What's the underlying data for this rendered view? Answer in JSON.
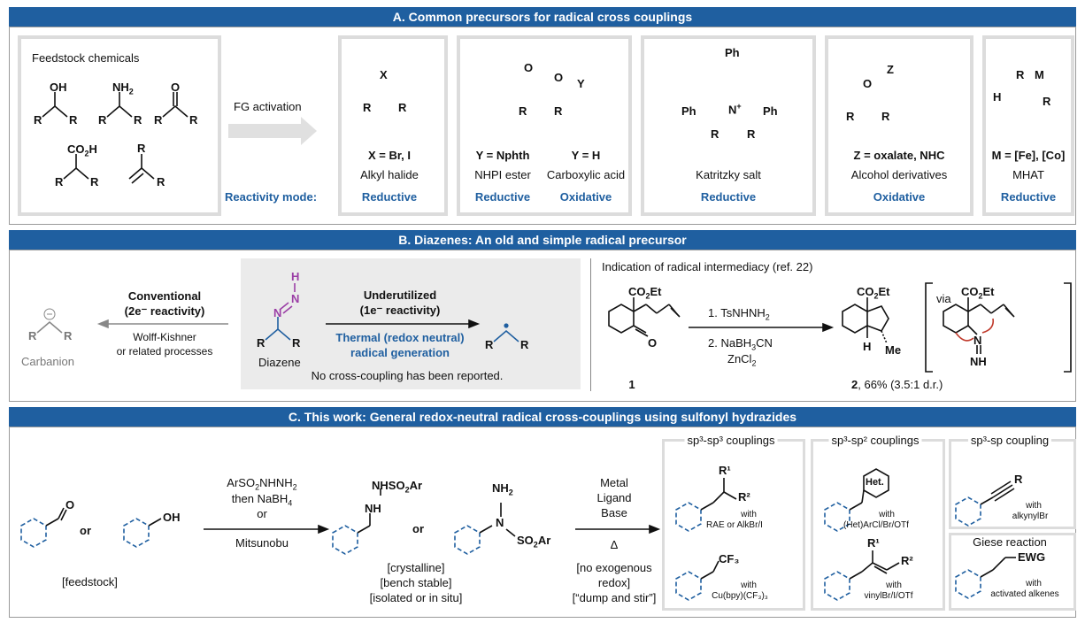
{
  "sections": {
    "a": {
      "title": "A. Common precursors for radical cross couplings"
    },
    "b": {
      "title": "B. Diazenes: An old and simple radical precursor"
    },
    "c": {
      "title": "C. This work: General redox-neutral radical cross-couplings using sulfonyl hydrazides"
    }
  },
  "a": {
    "feedstock_title": "Feedstock chemicals",
    "fg_activation": "FG activation",
    "reactivity_mode": "Reactivity mode:",
    "precursors": [
      {
        "substituent": "X = Br, I",
        "name": "Alkyl halide",
        "mode": "Reductive"
      },
      {
        "substituent": "Y = Nphth",
        "name": "NHPI ester",
        "mode": "Reductive"
      },
      {
        "substituent": "Y = H",
        "name": "Carboxylic acid",
        "mode": "Oxidative"
      },
      {
        "substituent": "",
        "name": "Katritzky salt",
        "mode": "Reductive"
      },
      {
        "substituent": "Z = oxalate, NHC",
        "name": "Alcohol derivatives",
        "mode": "Oxidative"
      },
      {
        "substituent": "M = [Fe], [Co]",
        "name": "MHAT",
        "mode": "Reductive"
      }
    ],
    "atoms": {
      "r": "R",
      "oh": "OH",
      "nh2": "NH",
      "nh2_sub": "2",
      "o": "O",
      "co2h": "CO",
      "co2h_sub": "2",
      "co2h_tail": "H",
      "x": "X",
      "y": "Y",
      "ph": "Ph",
      "n": "N",
      "plus": "+",
      "z": "Z",
      "h": "H",
      "m": "M"
    }
  },
  "b": {
    "conventional": "Conventional",
    "conventional_sub": "(2e⁻ reactivity)",
    "wolff1": "Wolff-Kishner",
    "wolff2": "or related processes",
    "carbanion": "Carbanion",
    "diazene": "Diazene",
    "underutilized": "Underutilized",
    "underutilized_sub": "(1e⁻ reactivity)",
    "thermal1": "Thermal (redox neutral)",
    "thermal2": "radical generation",
    "no_cc": "No cross-coupling has been reported.",
    "indication": "Indication of radical intermediacy (ref. 22)",
    "step1": "1. TsNHNH",
    "step1_sub": "2",
    "step2": "2. NaBH",
    "step2_sub": "3",
    "step2_tail": "CN",
    "step3": "ZnCl",
    "step3_sub": "2",
    "cmpd1": "1",
    "cmpd2": "2",
    "yield": ", 66% (3.5:1 d.r.)",
    "via": "via",
    "co2et": "CO",
    "co2et_sub": "2",
    "co2et_tail": "Et",
    "me": "Me",
    "h": "H",
    "o": "O",
    "n": "N",
    "nh": "NH"
  },
  "c": {
    "or1": "or",
    "oh": "OH",
    "o": "O",
    "feedstock": "[feedstock]",
    "reagent1": "ArSO",
    "reagent1_sub": "2",
    "reagent1_tail": "NHNH",
    "reagent1_sub2": "2",
    "reagent2": "then NaBH",
    "reagent2_sub": "4",
    "reagent_or": "or",
    "reagent3": "Mitsunobu",
    "nhso2ar": "NHSO",
    "nhso2ar_sub": "2",
    "nhso2ar_tail": "Ar",
    "nh": "NH",
    "or2": "or",
    "nh2": "NH",
    "nh2_sub": "2",
    "n": "N",
    "so2ar": "SO",
    "so2ar_sub": "2",
    "so2ar_tail": "Ar",
    "crystalline": "[crystalline]",
    "bench": "[bench stable]",
    "isolated": "[isolated or in situ]",
    "metal": "Metal",
    "ligand": "Ligand",
    "base": "Base",
    "delta": "Δ",
    "no_exo1": "[no exogenous",
    "no_exo2": "redox]",
    "dump": "[“dump and stir”]",
    "sp3sp3": "sp³-sp³ couplings",
    "sp3sp2": "sp³-sp² couplings",
    "sp3sp": "sp³-sp coupling",
    "giese": "Giese reaction",
    "with": "with",
    "rae": "RAE or AlkBr/I",
    "cu": "Cu(bpy)(CF₃)₃",
    "het_ar": "(Het)ArCl/Br/OTf",
    "vinyl": "vinylBr/I/OTf",
    "alkynyl": "alkynylBr",
    "activated": "activated alkenes",
    "r1": "R¹",
    "r2": "R²",
    "cf3": "CF₃",
    "het": "Het.",
    "r": "R",
    "ewg": "EWG"
  }
}
